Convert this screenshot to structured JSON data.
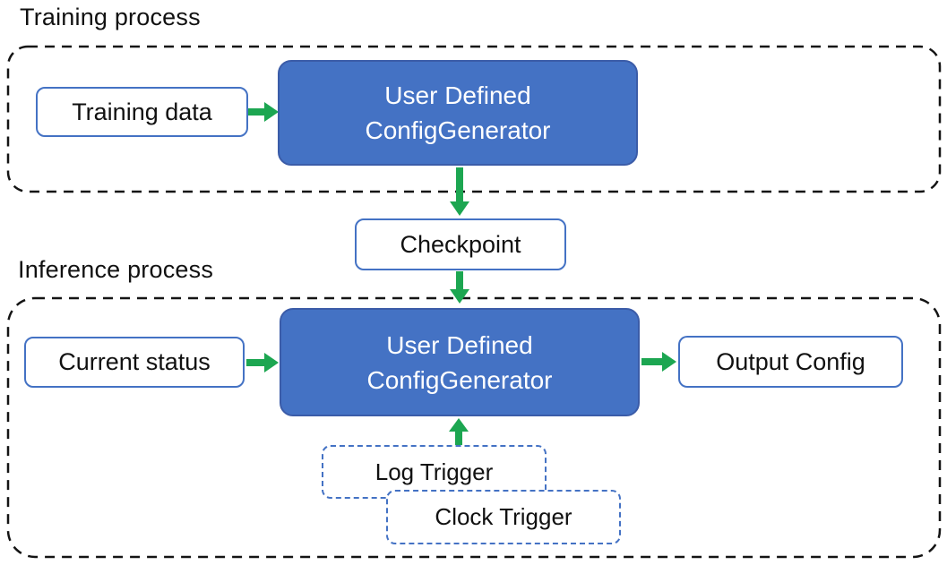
{
  "diagram": {
    "training": {
      "label": "Training process",
      "input_box": "Training data",
      "generator": {
        "line1": "User Defined",
        "line2": "ConfigGenerator"
      }
    },
    "checkpoint": "Checkpoint",
    "inference": {
      "label": "Inference process",
      "input_box": "Current status",
      "generator": {
        "line1": "User Defined",
        "line2": "ConfigGenerator"
      },
      "output_box": "Output Config",
      "triggers": [
        "Log Trigger",
        "Clock Trigger"
      ]
    },
    "colors": {
      "generator_fill": "#4472C4",
      "generator_border": "#3B5CA8",
      "solid_box_border": "#4472C4",
      "trigger_dashed_border": "#4472C4",
      "process_dashed_border": "#141414",
      "arrow_green": "#1CA651",
      "text_dark": "#111111",
      "text_on_blue": "#ffffff"
    }
  }
}
